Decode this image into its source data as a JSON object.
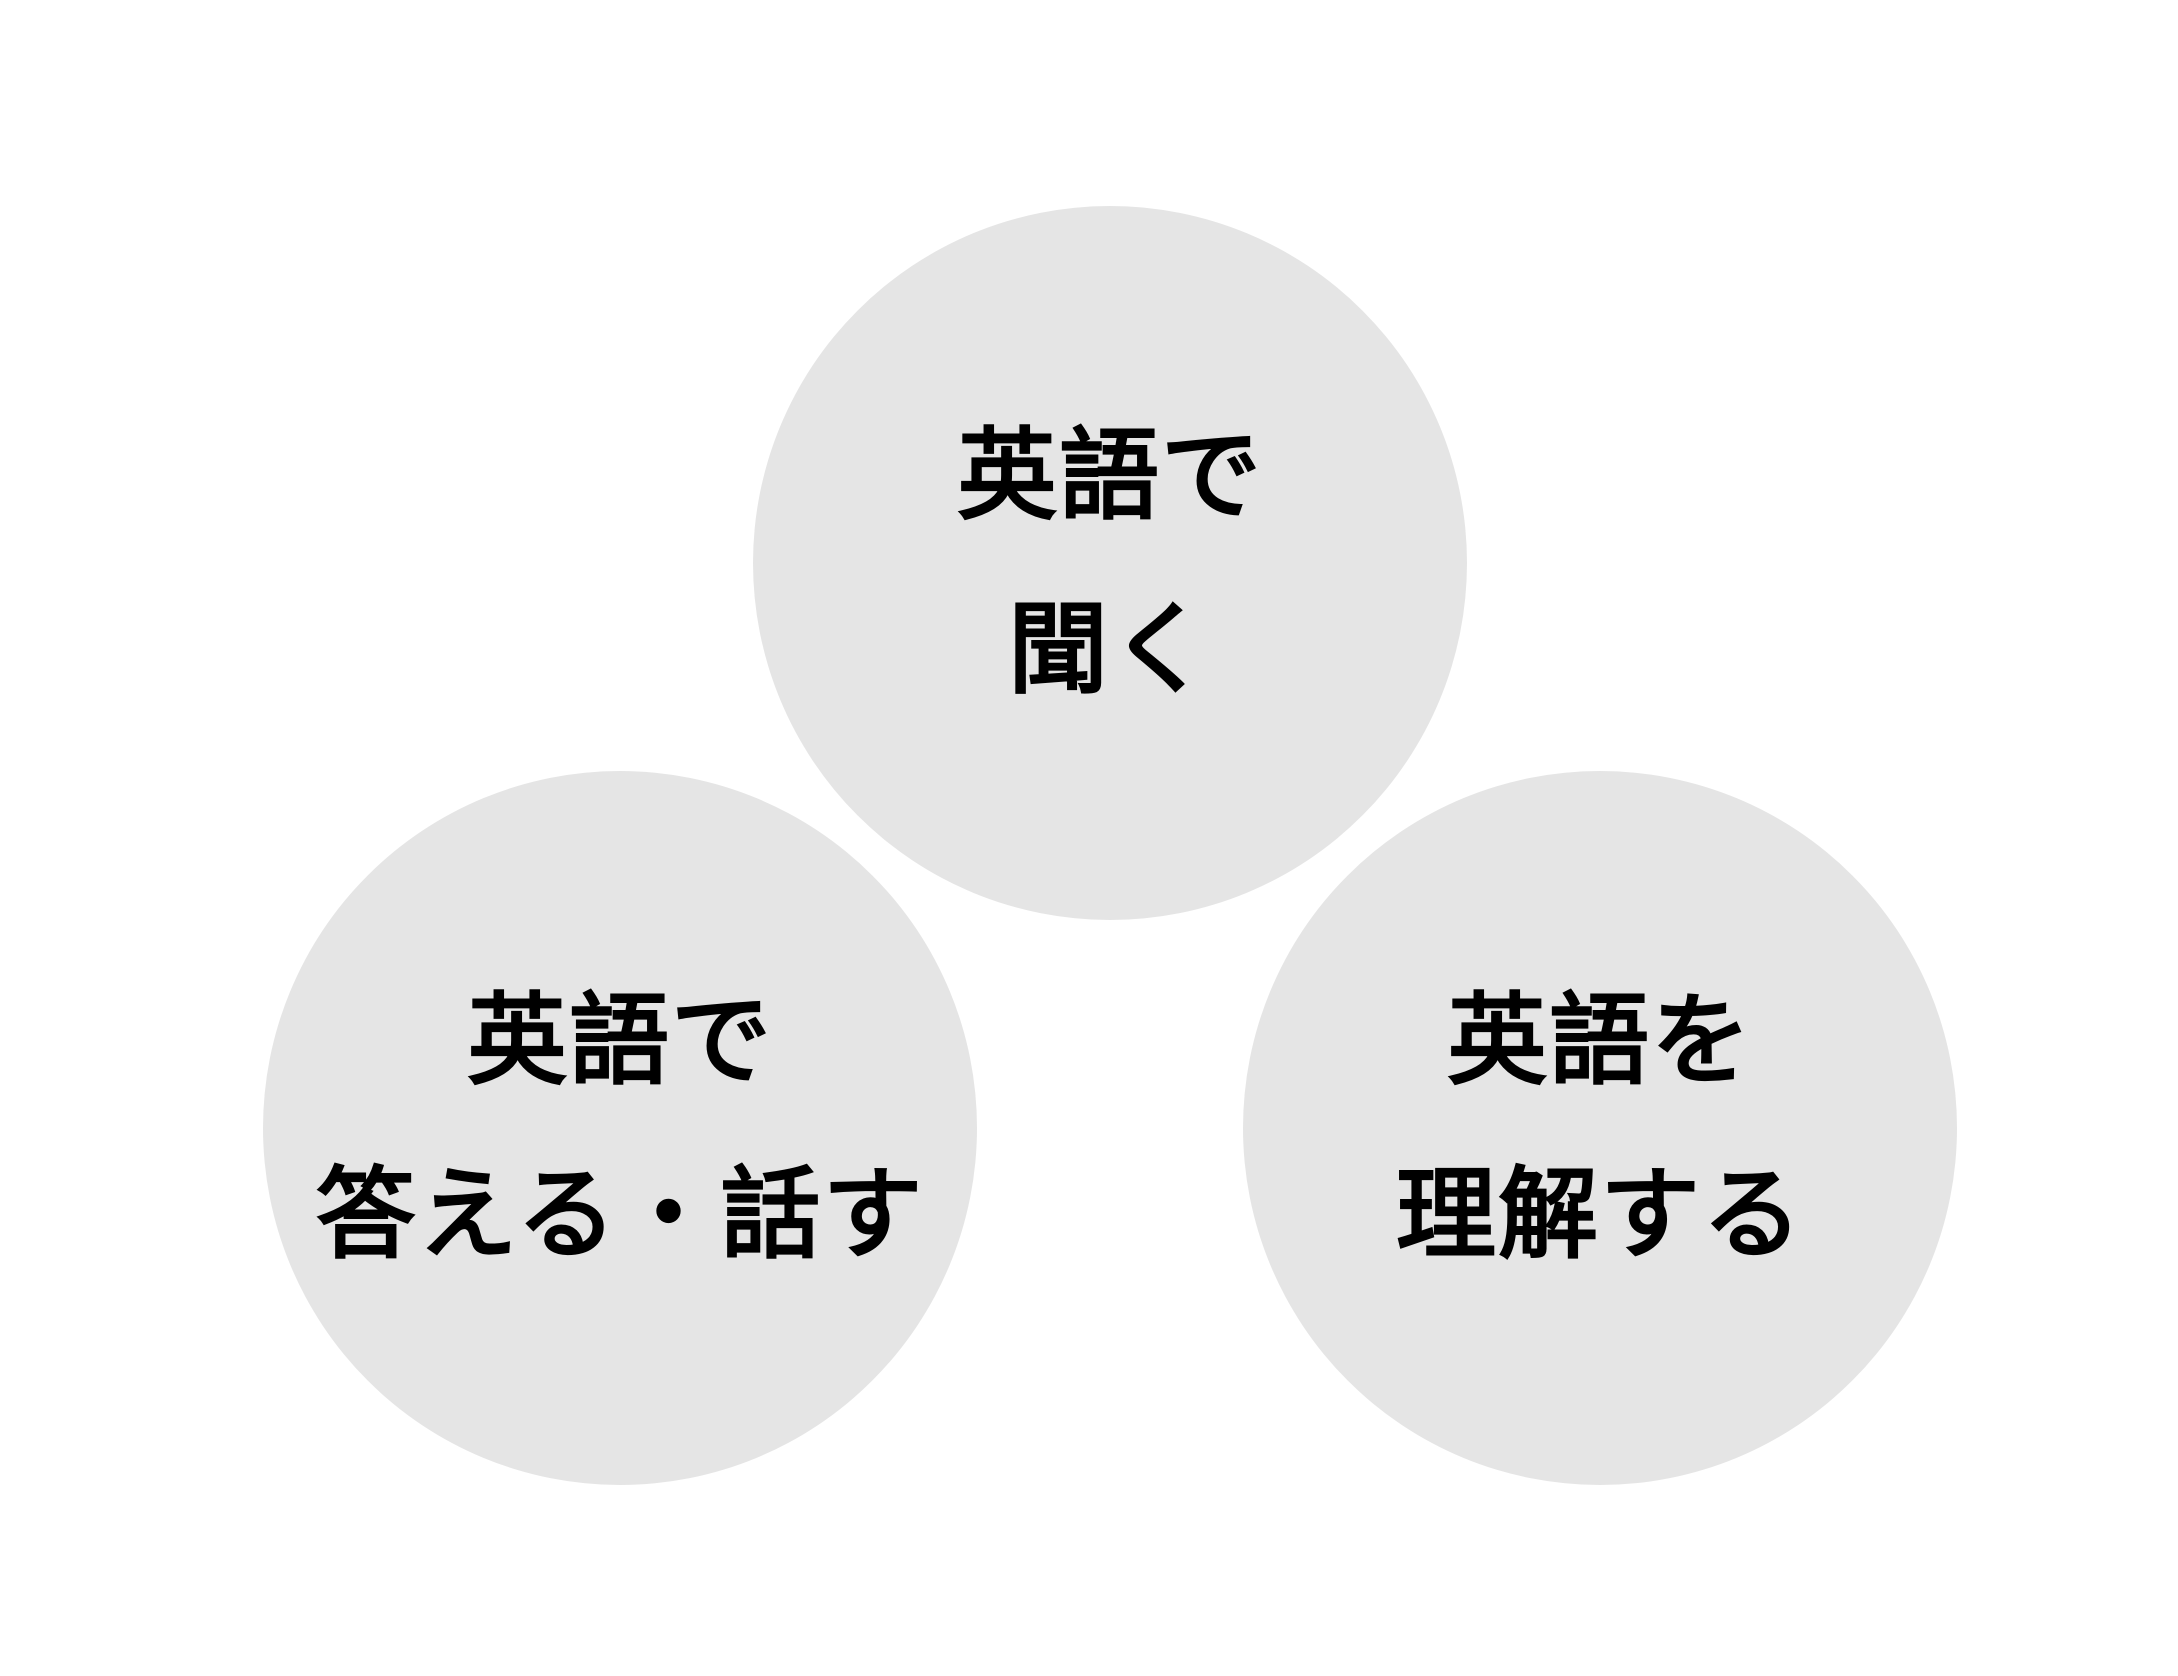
{
  "circles": {
    "top": {
      "line1": "英語で",
      "line2": "聞く"
    },
    "left": {
      "line1": "英語で",
      "line2": "答える・話す"
    },
    "right": {
      "line1": "英語を",
      "line2": "理解する"
    }
  },
  "colors": {
    "circle_fill": "#e5e5e5",
    "text": "#000000"
  }
}
